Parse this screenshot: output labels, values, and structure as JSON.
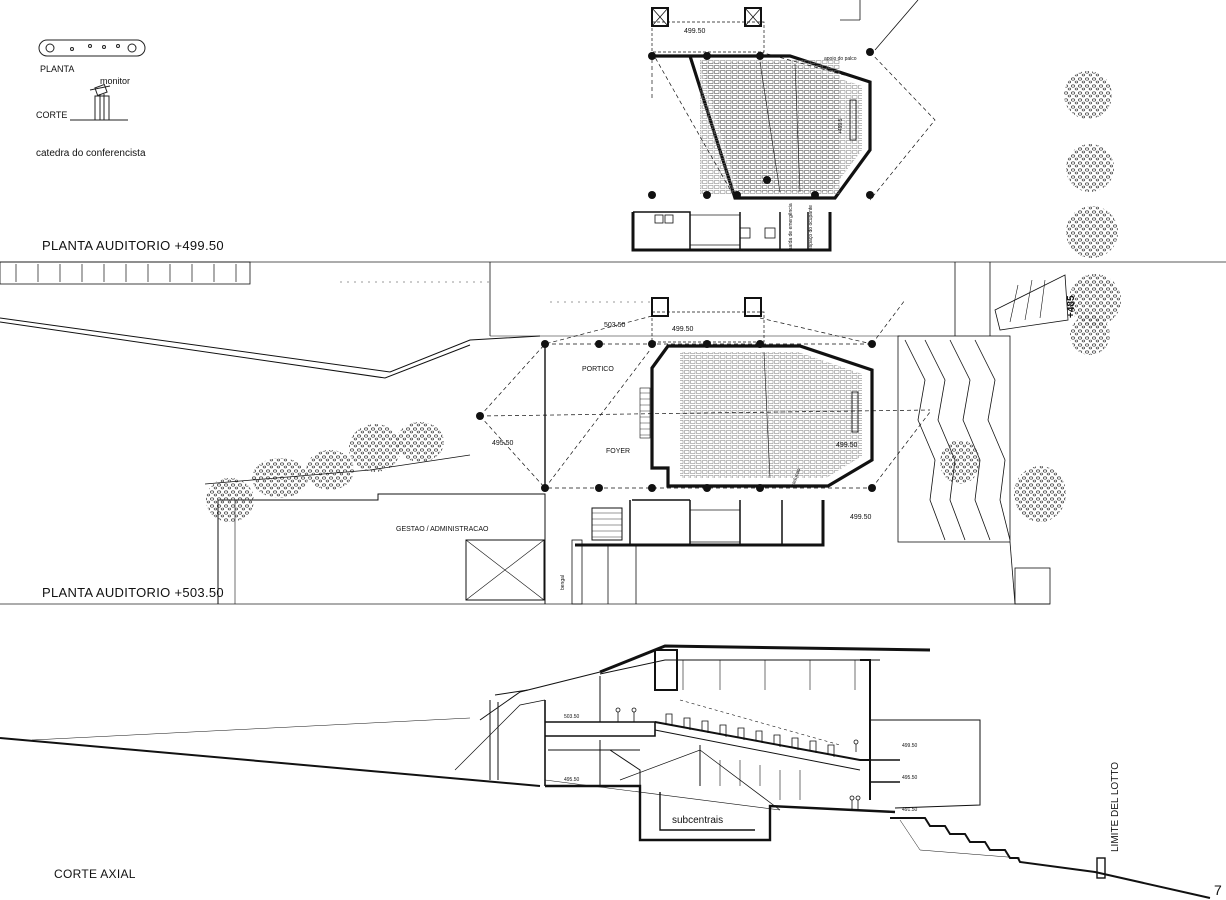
{
  "legend": {
    "planta_label": "PLANTA",
    "corte_label": "CORTE",
    "monitor_label": "monitor",
    "caption": "catedra do conferencista"
  },
  "plan_upper": {
    "title": "PLANTA AUDITORIO +499.50",
    "dim_top": "499.50",
    "stage_support": "apoio do palco",
    "stage_level": "+499.5",
    "room_a": "saída de emergência",
    "room_b": "espaço do ocupante"
  },
  "plan_lower": {
    "title": "PLANTA AUDITORIO +503.50",
    "dim_503": "503.50",
    "dim_499_top": "499.50",
    "dim_495": "495.50",
    "dim_499_right": "499.50",
    "dim_499_bottom": "499.50",
    "portico": "PORTICO",
    "foyer": "FOYER",
    "admin": "GESTAO / ADMINISTRACAO",
    "bengal": "bengal",
    "traducao": "traducao",
    "level_485": "+485"
  },
  "section": {
    "title": "CORTE AXIAL",
    "level_503": "503.50",
    "level_495": "495.50",
    "level_499": "499.50",
    "level_495_right": "495.50",
    "level_491": "491.50",
    "subcentrais": "subcentrais",
    "limite": "LIMITE DEL LOTTO"
  },
  "page_number": "7"
}
